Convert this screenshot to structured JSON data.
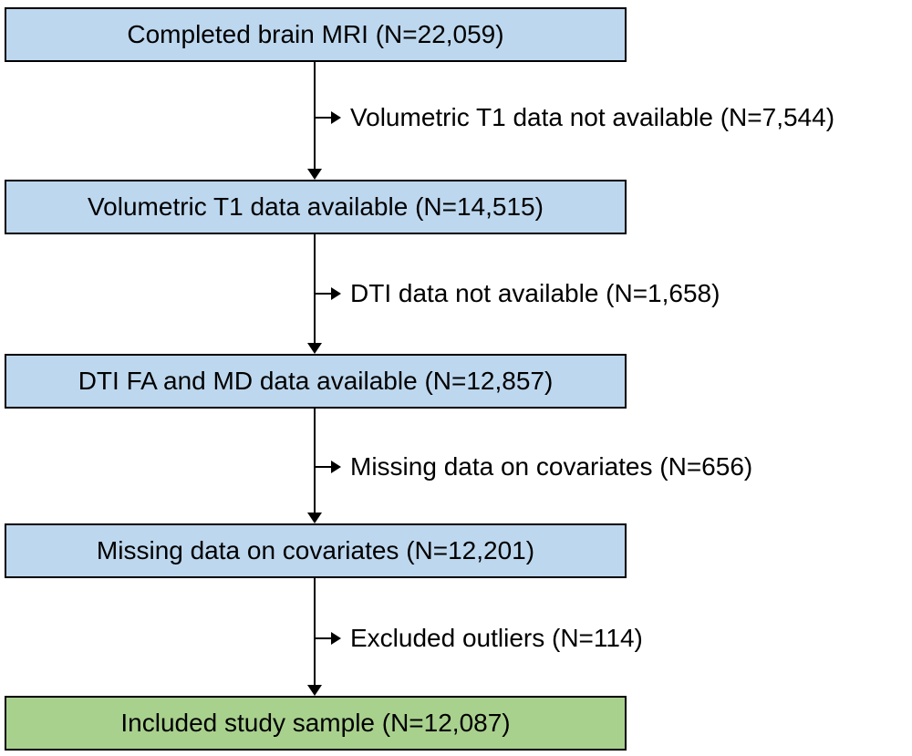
{
  "flowchart": {
    "type": "study-flow-diagram",
    "boxes": [
      {
        "label": "Completed brain MRI (N=22,059)",
        "n": 22059,
        "fill": "blue"
      },
      {
        "label": "Volumetric T1 data available (N=14,515)",
        "n": 14515,
        "fill": "blue"
      },
      {
        "label": "DTI FA and MD data available (N=12,857)",
        "n": 12857,
        "fill": "blue"
      },
      {
        "label": "Missing data on covariates (N=12,201)",
        "n": 12201,
        "fill": "blue"
      },
      {
        "label": "Included study sample (N=12,087)",
        "n": 12087,
        "fill": "green"
      }
    ],
    "exclusions": [
      {
        "label": "Volumetric T1 data not available (N=7,544)",
        "n": 7544
      },
      {
        "label": "DTI data not available (N=1,658)",
        "n": 1658
      },
      {
        "label": "Missing data on covariates (N=656)",
        "n": 656
      },
      {
        "label": "Excluded outliers (N=114)",
        "n": 114
      }
    ],
    "colors": {
      "stage_box_fill": "#BDD7EE",
      "final_box_fill": "#A9D18E",
      "border": "#000000",
      "connector": "#000000",
      "text": "#000000"
    }
  }
}
